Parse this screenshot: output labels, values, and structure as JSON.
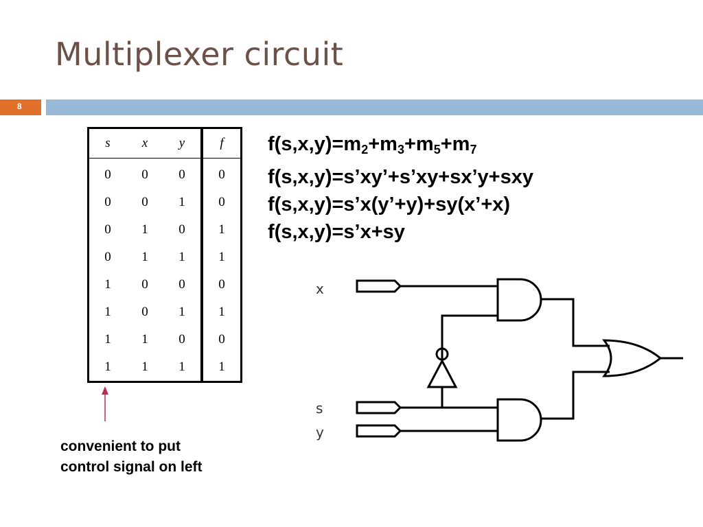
{
  "title": "Multiplexer circuit",
  "slide_number": "8",
  "truth_table": {
    "headers": [
      "s",
      "x",
      "y",
      "f"
    ],
    "rows": [
      [
        "0",
        "0",
        "0",
        "0"
      ],
      [
        "0",
        "0",
        "1",
        "0"
      ],
      [
        "0",
        "1",
        "0",
        "1"
      ],
      [
        "0",
        "1",
        "1",
        "1"
      ],
      [
        "1",
        "0",
        "0",
        "0"
      ],
      [
        "1",
        "0",
        "1",
        "1"
      ],
      [
        "1",
        "1",
        "0",
        "0"
      ],
      [
        "1",
        "1",
        "1",
        "1"
      ]
    ]
  },
  "equations": {
    "eq1": {
      "prefix": "f(s,x,y)=m",
      "s1": "2",
      "t1": "+m",
      "s2": "3",
      "t2": "+m",
      "s3": "5",
      "t3": "+m",
      "s4": "7"
    },
    "eq2": "f(s,x,y)=s’xy’+s’xy+sx’y+sxy",
    "eq3": "f(s,x,y)=s’x(y’+y)+sy(x’+x)",
    "eq4": "f(s,x,y)=s’x+sy"
  },
  "circuit": {
    "input_x": "x",
    "input_s": "s",
    "input_y": "y"
  },
  "note": {
    "line1": "convenient to put",
    "line2": "control signal on left"
  },
  "colors": {
    "title": "#6b5148",
    "slide_number_box": "#e0702a",
    "top_bar": "#97b8d6",
    "arrow": "#b03050"
  }
}
